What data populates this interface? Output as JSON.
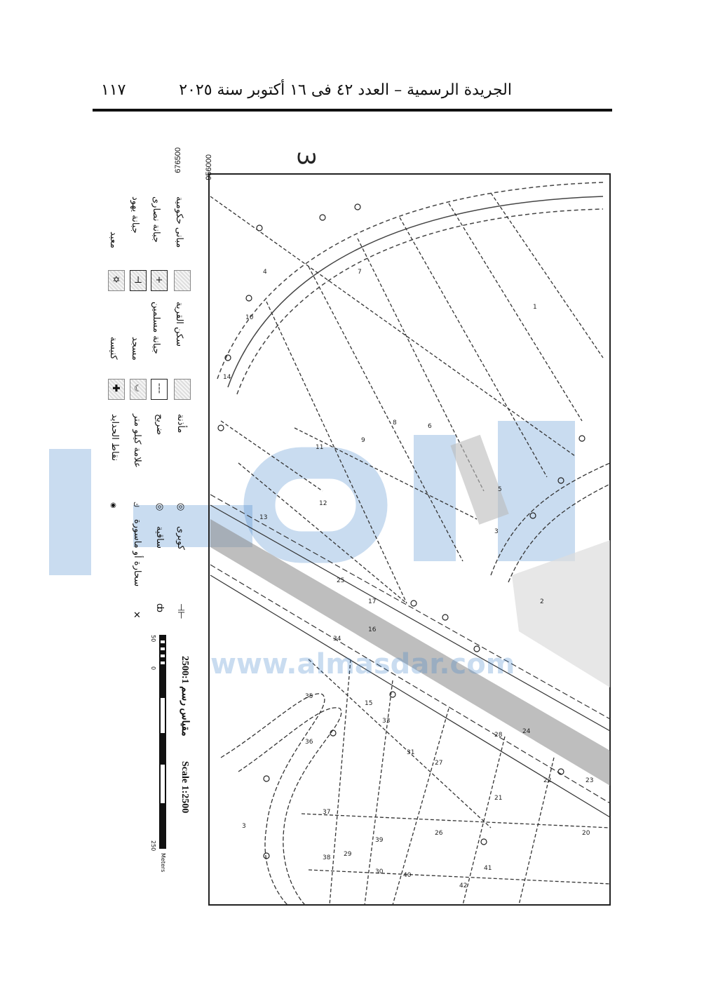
{
  "header": {
    "title": "الجريدة الرسمية – العدد ٤٢ فى ١٦ أكتوبر سنة ٢٠٢٥",
    "page_number": "١١٧"
  },
  "map": {
    "coord_easting": "956000",
    "coord_northing": "676500",
    "handwritten_mark": "3",
    "parcel_numbers": [
      "10",
      "14",
      "7",
      "8",
      "9",
      "11",
      "12",
      "13",
      "6",
      "5",
      "4",
      "3",
      "2",
      "1",
      "25",
      "17",
      "16",
      "15",
      "36",
      "37",
      "33",
      "31",
      "27",
      "28",
      "24",
      "23",
      "22",
      "21",
      "20",
      "26",
      "29",
      "30",
      "38",
      "39",
      "40",
      "41",
      "42",
      "35",
      "34",
      "3"
    ],
    "legend": [
      {
        "label": "مبانى حكومية",
        "symbol": "hatched"
      },
      {
        "label": "جبانة نصارى",
        "symbol": "+"
      },
      {
        "label": "جبانة يهود",
        "symbol": "⊥"
      },
      {
        "label": "معبد",
        "symbol": "✡"
      },
      {
        "label": "سكن القرية",
        "symbol": "hatched"
      },
      {
        "label": "جبانة مسلمين",
        "symbol": "dashed"
      },
      {
        "label": "مسجد",
        "symbol": "☾"
      },
      {
        "label": "كنيسة",
        "symbol": "✚"
      },
      {
        "label": "مأذنة",
        "symbol": "◎"
      },
      {
        "label": "ضريح",
        "symbol": "◎"
      },
      {
        "label": "علامة كيلو متر",
        "symbol": "km"
      },
      {
        "label": "نقاط الحدايد",
        "symbol": "◉"
      },
      {
        "label": "كوبرى",
        "symbol": "bridge"
      },
      {
        "label": "ساقية",
        "symbol": "o"
      },
      {
        "label": "سحارة أو ماسورة",
        "symbol": "x"
      }
    ],
    "scale": {
      "arabic": "مقياس رسم 2500:1",
      "english": "Scale 1:2500",
      "tick_left": "50",
      "tick_zero": "0",
      "tick_right": "250",
      "unit": "Meters"
    },
    "watermark": "www.almasdar.com"
  }
}
